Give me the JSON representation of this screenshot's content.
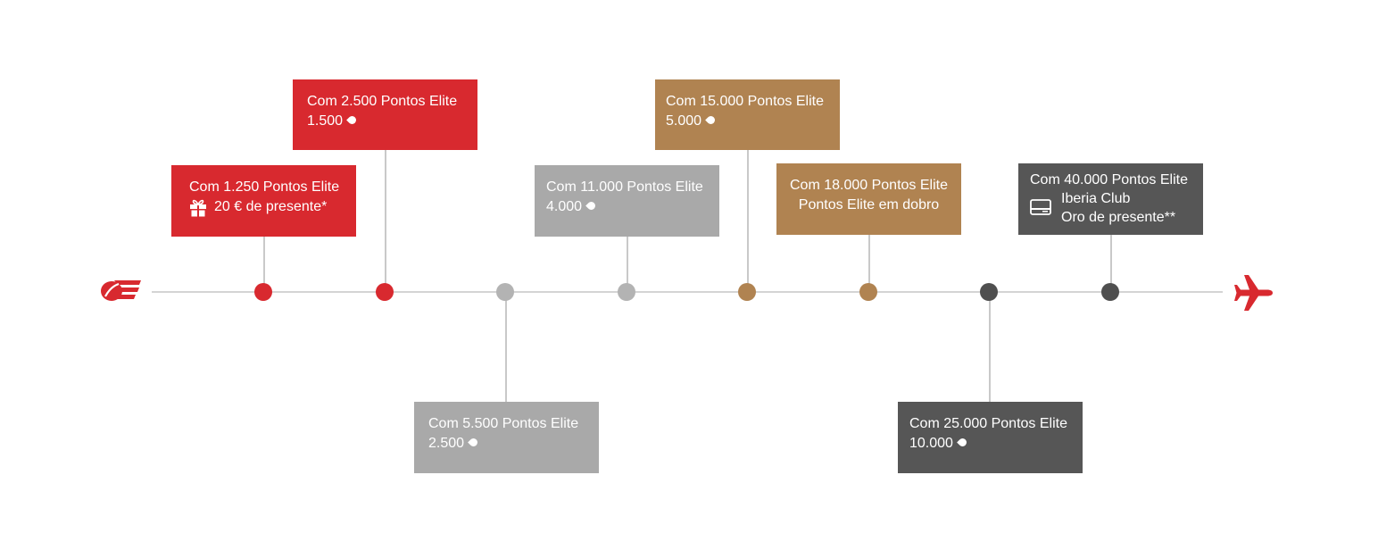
{
  "colors": {
    "red": "#d8292f",
    "grey": "#a9a9a9",
    "gold": "#b08351",
    "dark": "#565656",
    "line": "#d4d4d4"
  },
  "milestones": [
    {
      "id": "m1250",
      "title": "Com 1.250 Pontos Elite",
      "reward": "20 € de presente*",
      "reward_icon": "gift-icon",
      "tier": "red"
    },
    {
      "id": "m2500",
      "title": "Com 2.500 Pontos Elite",
      "reward": "1.500",
      "reward_icon": "avios-icon",
      "tier": "red"
    },
    {
      "id": "m5500",
      "title": "Com 5.500 Pontos Elite",
      "reward": "2.500",
      "reward_icon": "avios-icon",
      "tier": "grey"
    },
    {
      "id": "m11000",
      "title": "Com 11.000 Pontos Elite",
      "reward": "4.000",
      "reward_icon": "avios-icon",
      "tier": "grey"
    },
    {
      "id": "m15000",
      "title": "Com 15.000 Pontos Elite",
      "reward": "5.000",
      "reward_icon": "avios-icon",
      "tier": "gold"
    },
    {
      "id": "m18000",
      "title": "Com 18.000 Pontos Elite",
      "reward": "Pontos Elite em dobro",
      "tier": "gold"
    },
    {
      "id": "m25000",
      "title": "Com 25.000 Pontos Elite",
      "reward": "10.000",
      "reward_icon": "avios-icon",
      "tier": "dark"
    },
    {
      "id": "m40000",
      "title": "Com 40.000 Pontos Elite",
      "reward": "Iberia Club",
      "reward_line2": "Oro de presente**",
      "reward_icon": "card-icon",
      "tier": "dark"
    }
  ],
  "start_icon": "iberia-logo-icon",
  "end_icon": "airplane-icon"
}
